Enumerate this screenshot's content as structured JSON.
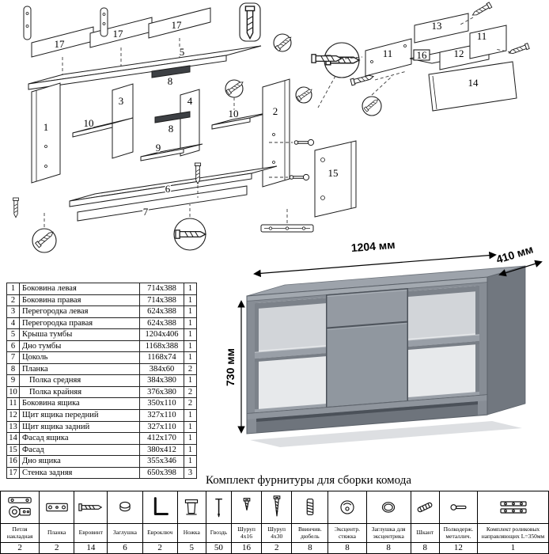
{
  "captions": {
    "hardware_kit": "Комплект фурнитуры для сборки комода"
  },
  "dimensions": {
    "width": "1204 мм",
    "depth": "410 мм",
    "height": "730 мм"
  },
  "parts_table": {
    "rows": [
      {
        "num": "1",
        "name": "Боковина левая",
        "size": "714x388",
        "qty": "1"
      },
      {
        "num": "2",
        "name": "Боковина правая",
        "size": "714x388",
        "qty": "1"
      },
      {
        "num": "3",
        "name": "Перегородка левая",
        "size": "624x388",
        "qty": "1"
      },
      {
        "num": "4",
        "name": "Перегородка правая",
        "size": "624x388",
        "qty": "1"
      },
      {
        "num": "5",
        "name": "Крыша тумбы",
        "size": "1204x406",
        "qty": "1"
      },
      {
        "num": "6",
        "name": "Дно тумбы",
        "size": "1168x388",
        "qty": "1"
      },
      {
        "num": "7",
        "name": "Цоколь",
        "size": "1168x74",
        "qty": "1"
      },
      {
        "num": "8",
        "name": "Планка",
        "size": "384x60",
        "qty": "2"
      },
      {
        "num": "9",
        "name": "Полка средняя",
        "size": "384x380",
        "qty": "1"
      },
      {
        "num": "10",
        "name": "Полка крайняя",
        "size": "376x380",
        "qty": "2"
      },
      {
        "num": "11",
        "name": "Боковина ящика",
        "size": "350x110",
        "qty": "2"
      },
      {
        "num": "12",
        "name": "Щит ящика передний",
        "size": "327x110",
        "qty": "1"
      },
      {
        "num": "13",
        "name": "Щит ящика задний",
        "size": "327x110",
        "qty": "1"
      },
      {
        "num": "14",
        "name": "Фасад ящика",
        "size": "412x170",
        "qty": "1"
      },
      {
        "num": "15",
        "name": "Фасад",
        "size": "380x412",
        "qty": "1"
      },
      {
        "num": "16",
        "name": "Дно ящика",
        "size": "355x346",
        "qty": "1"
      },
      {
        "num": "17",
        "name": "Стенка задняя",
        "size": "650x398",
        "qty": "3"
      }
    ]
  },
  "diagram": {
    "main_labels": [
      "17",
      "17",
      "17",
      "5",
      "1",
      "3",
      "10",
      "8",
      "4",
      "10",
      "8",
      "9",
      "2",
      "6",
      "7",
      "15"
    ],
    "drawer_labels": [
      "13",
      "11",
      "16",
      "12",
      "11",
      "14"
    ]
  },
  "hardware": {
    "items": [
      {
        "label": "Петля накладная",
        "qty": "2",
        "icon": "hinge-icon"
      },
      {
        "label": "Планка",
        "qty": "2",
        "icon": "mounting-plate-icon"
      },
      {
        "label": "Евровинт",
        "qty": "14",
        "icon": "euro-screw-icon"
      },
      {
        "label": "Заглушка",
        "qty": "6",
        "icon": "cap-icon"
      },
      {
        "label": "Евроключ",
        "qty": "2",
        "icon": "hex-key-icon"
      },
      {
        "label": "Ножка",
        "qty": "5",
        "icon": "leg-icon"
      },
      {
        "label": "Гвоздь",
        "qty": "50",
        "icon": "nail-icon"
      },
      {
        "label": "Шуруп 4x16",
        "qty": "16",
        "icon": "screw-4x16-icon"
      },
      {
        "label": "Шуруп 4x30",
        "qty": "2",
        "icon": "screw-4x30-icon"
      },
      {
        "label": "Ввинчив. дюбель",
        "qty": "8",
        "icon": "threaded-dowel-icon"
      },
      {
        "label": "Эксцентр. стяжка",
        "qty": "8",
        "icon": "cam-lock-icon"
      },
      {
        "label": "Заглушка для эксцентрика",
        "qty": "8",
        "icon": "cam-cap-icon"
      },
      {
        "label": "Шкант",
        "qty": "8",
        "icon": "wooden-dowel-icon"
      },
      {
        "label": "Полкодерж. металлич.",
        "qty": "12",
        "icon": "shelf-support-icon"
      },
      {
        "label": "Комплект роликовых направляющих L=350мм",
        "qty": "1",
        "icon": "drawer-slides-icon"
      }
    ]
  }
}
